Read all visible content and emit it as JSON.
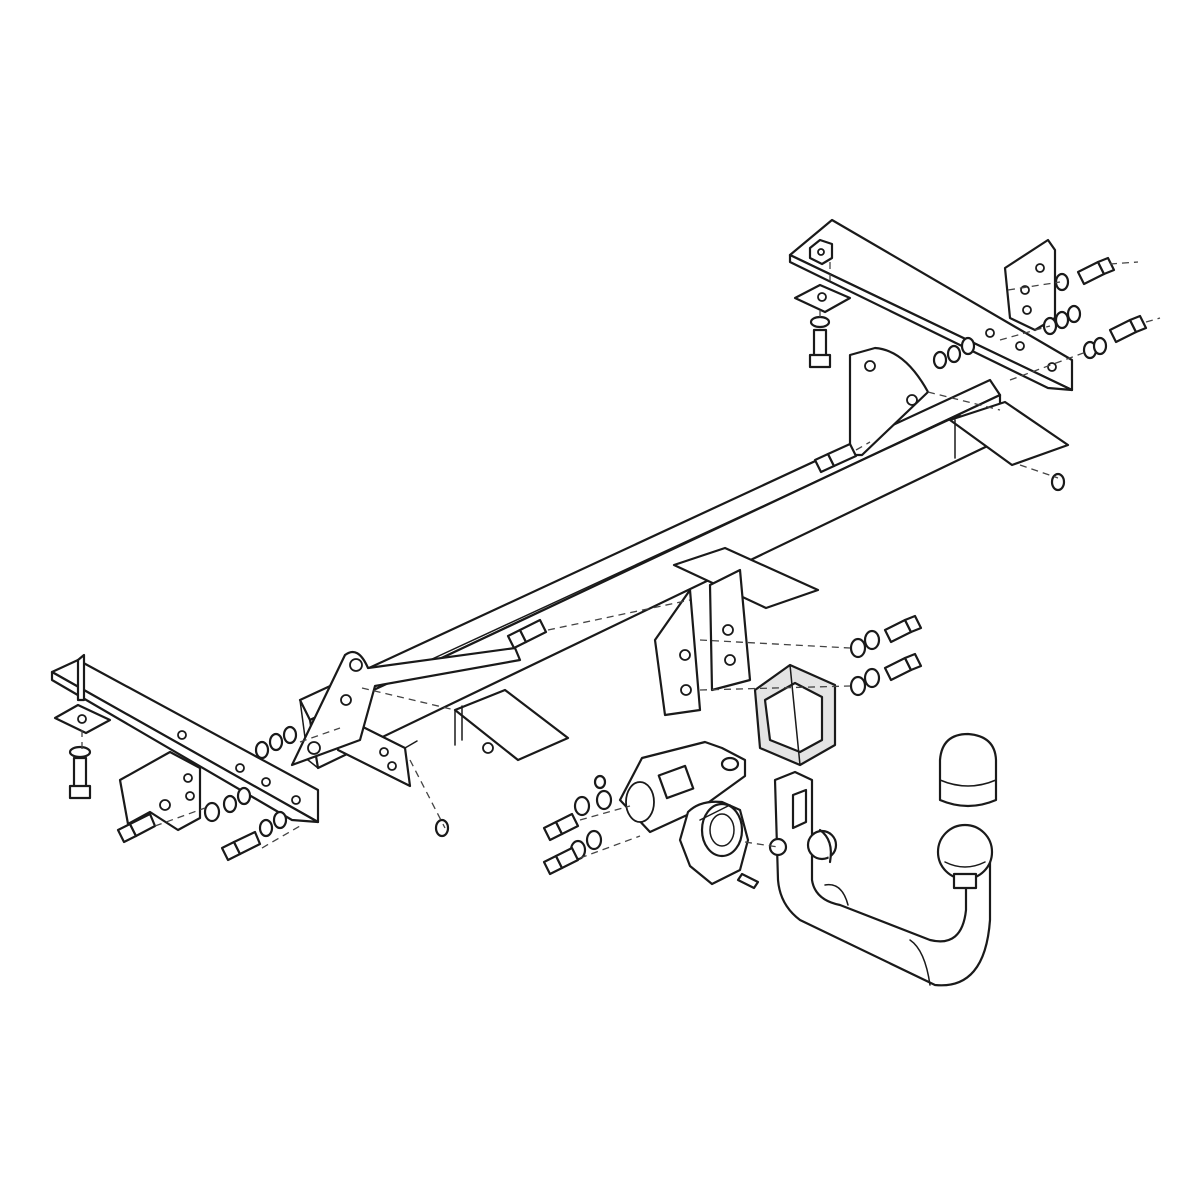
{
  "figure": {
    "background": "#ffffff",
    "line_color": "#1a1a1a",
    "components": [
      "left-mounting-rail",
      "right-mounting-rail",
      "main-crossbar",
      "left-corner-bracket",
      "right-corner-bracket",
      "center-mount-plate",
      "detachable-ball-neck",
      "tow-ball",
      "ball-cover-cap",
      "electrical-socket",
      "socket-mounting-plate",
      "receiver-housing",
      "bolts",
      "washers",
      "nuts"
    ]
  }
}
